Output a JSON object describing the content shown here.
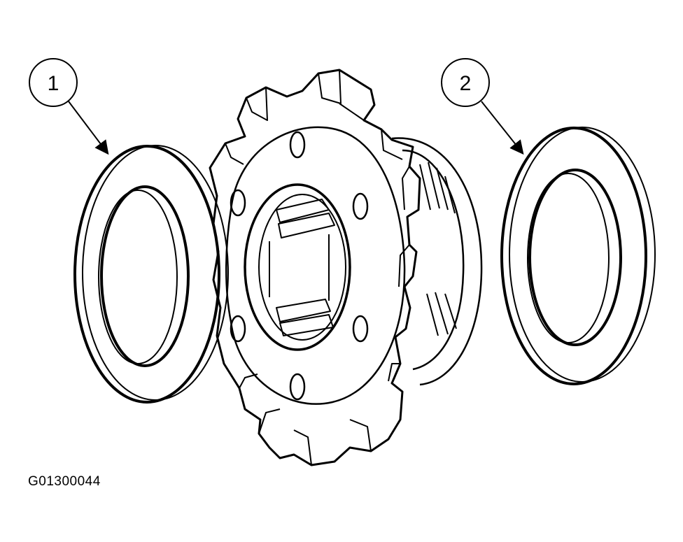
{
  "callouts": [
    {
      "number": "1",
      "part": "thrust-washer-left"
    },
    {
      "number": "2",
      "part": "thrust-washer-right"
    }
  ],
  "figure_id": "G01300044",
  "colors": {
    "line": "#000000",
    "background": "#ffffff"
  }
}
